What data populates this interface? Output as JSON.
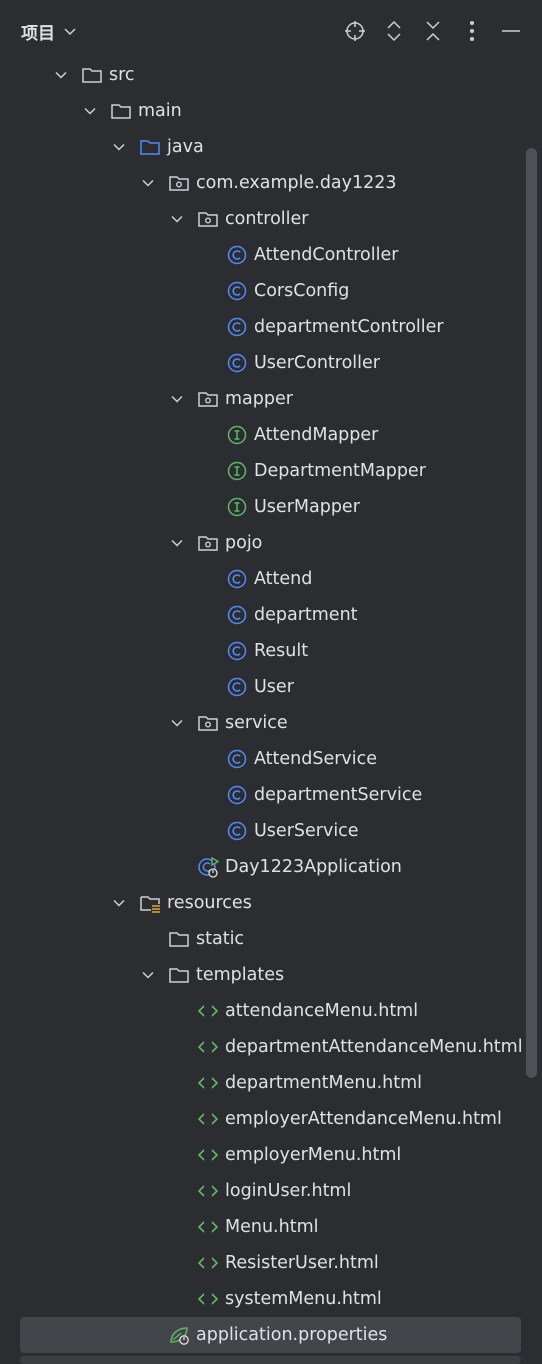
{
  "header": {
    "title": "项目",
    "tools": [
      "locate-icon",
      "expand-all-icon",
      "collapse-all-icon",
      "more-icon",
      "minimize-icon"
    ]
  },
  "tree": [
    {
      "label": "src",
      "depth": 0,
      "chevron": "down",
      "icon": "folder-icon"
    },
    {
      "label": "main",
      "depth": 1,
      "chevron": "down",
      "icon": "folder-icon"
    },
    {
      "label": "java",
      "depth": 2,
      "chevron": "down",
      "icon": "source-folder-icon"
    },
    {
      "label": "com.example.day1223",
      "depth": 3,
      "chevron": "down",
      "icon": "package-icon"
    },
    {
      "label": "controller",
      "depth": 4,
      "chevron": "down",
      "icon": "package-icon"
    },
    {
      "label": "AttendController",
      "depth": 5,
      "chevron": "",
      "icon": "class-icon"
    },
    {
      "label": "CorsConfig",
      "depth": 5,
      "chevron": "",
      "icon": "class-icon"
    },
    {
      "label": "departmentController",
      "depth": 5,
      "chevron": "",
      "icon": "class-icon"
    },
    {
      "label": "UserController",
      "depth": 5,
      "chevron": "",
      "icon": "class-icon"
    },
    {
      "label": "mapper",
      "depth": 4,
      "chevron": "down",
      "icon": "package-icon"
    },
    {
      "label": "AttendMapper",
      "depth": 5,
      "chevron": "",
      "icon": "interface-icon"
    },
    {
      "label": "DepartmentMapper",
      "depth": 5,
      "chevron": "",
      "icon": "interface-icon"
    },
    {
      "label": "UserMapper",
      "depth": 5,
      "chevron": "",
      "icon": "interface-icon"
    },
    {
      "label": "pojo",
      "depth": 4,
      "chevron": "down",
      "icon": "package-icon"
    },
    {
      "label": "Attend",
      "depth": 5,
      "chevron": "",
      "icon": "class-icon"
    },
    {
      "label": "department",
      "depth": 5,
      "chevron": "",
      "icon": "class-icon"
    },
    {
      "label": "Result",
      "depth": 5,
      "chevron": "",
      "icon": "class-icon"
    },
    {
      "label": "User",
      "depth": 5,
      "chevron": "",
      "icon": "class-icon"
    },
    {
      "label": "service",
      "depth": 4,
      "chevron": "down",
      "icon": "package-icon"
    },
    {
      "label": "AttendService",
      "depth": 5,
      "chevron": "",
      "icon": "class-icon"
    },
    {
      "label": "departmentService",
      "depth": 5,
      "chevron": "",
      "icon": "class-icon"
    },
    {
      "label": "UserService",
      "depth": 5,
      "chevron": "",
      "icon": "class-icon"
    },
    {
      "label": "Day1223Application",
      "depth": 4,
      "chevron": "",
      "icon": "spring-app-icon"
    },
    {
      "label": "resources",
      "depth": 2,
      "chevron": "down",
      "icon": "resources-folder-icon"
    },
    {
      "label": "static",
      "depth": 3,
      "chevron": "",
      "icon": "folder-icon"
    },
    {
      "label": "templates",
      "depth": 3,
      "chevron": "down",
      "icon": "folder-icon"
    },
    {
      "label": "attendanceMenu.html",
      "depth": 4,
      "chevron": "",
      "icon": "html-icon"
    },
    {
      "label": "departmentAttendanceMenu.html",
      "depth": 4,
      "chevron": "",
      "icon": "html-icon"
    },
    {
      "label": "departmentMenu.html",
      "depth": 4,
      "chevron": "",
      "icon": "html-icon"
    },
    {
      "label": "employerAttendanceMenu.html",
      "depth": 4,
      "chevron": "",
      "icon": "html-icon"
    },
    {
      "label": "employerMenu.html",
      "depth": 4,
      "chevron": "",
      "icon": "html-icon"
    },
    {
      "label": "loginUser.html",
      "depth": 4,
      "chevron": "",
      "icon": "html-icon"
    },
    {
      "label": "Menu.html",
      "depth": 4,
      "chevron": "",
      "icon": "html-icon"
    },
    {
      "label": "ResisterUser.html",
      "depth": 4,
      "chevron": "",
      "icon": "html-icon"
    },
    {
      "label": "systemMenu.html",
      "depth": 4,
      "chevron": "",
      "icon": "html-icon"
    },
    {
      "label": "application.properties",
      "depth": 3,
      "chevron": "",
      "icon": "properties-icon",
      "selected": true
    }
  ],
  "colors": {
    "background": "#2b2d30",
    "text": "#dfe1e5",
    "selection": "#43454a",
    "class_icon": "#548af7",
    "interface_icon": "#5fb865",
    "html_icon": "#5fb865",
    "folder_icon": "#ced0d6",
    "source_folder_icon": "#548af7",
    "resources_accent": "#e0ad2e"
  }
}
